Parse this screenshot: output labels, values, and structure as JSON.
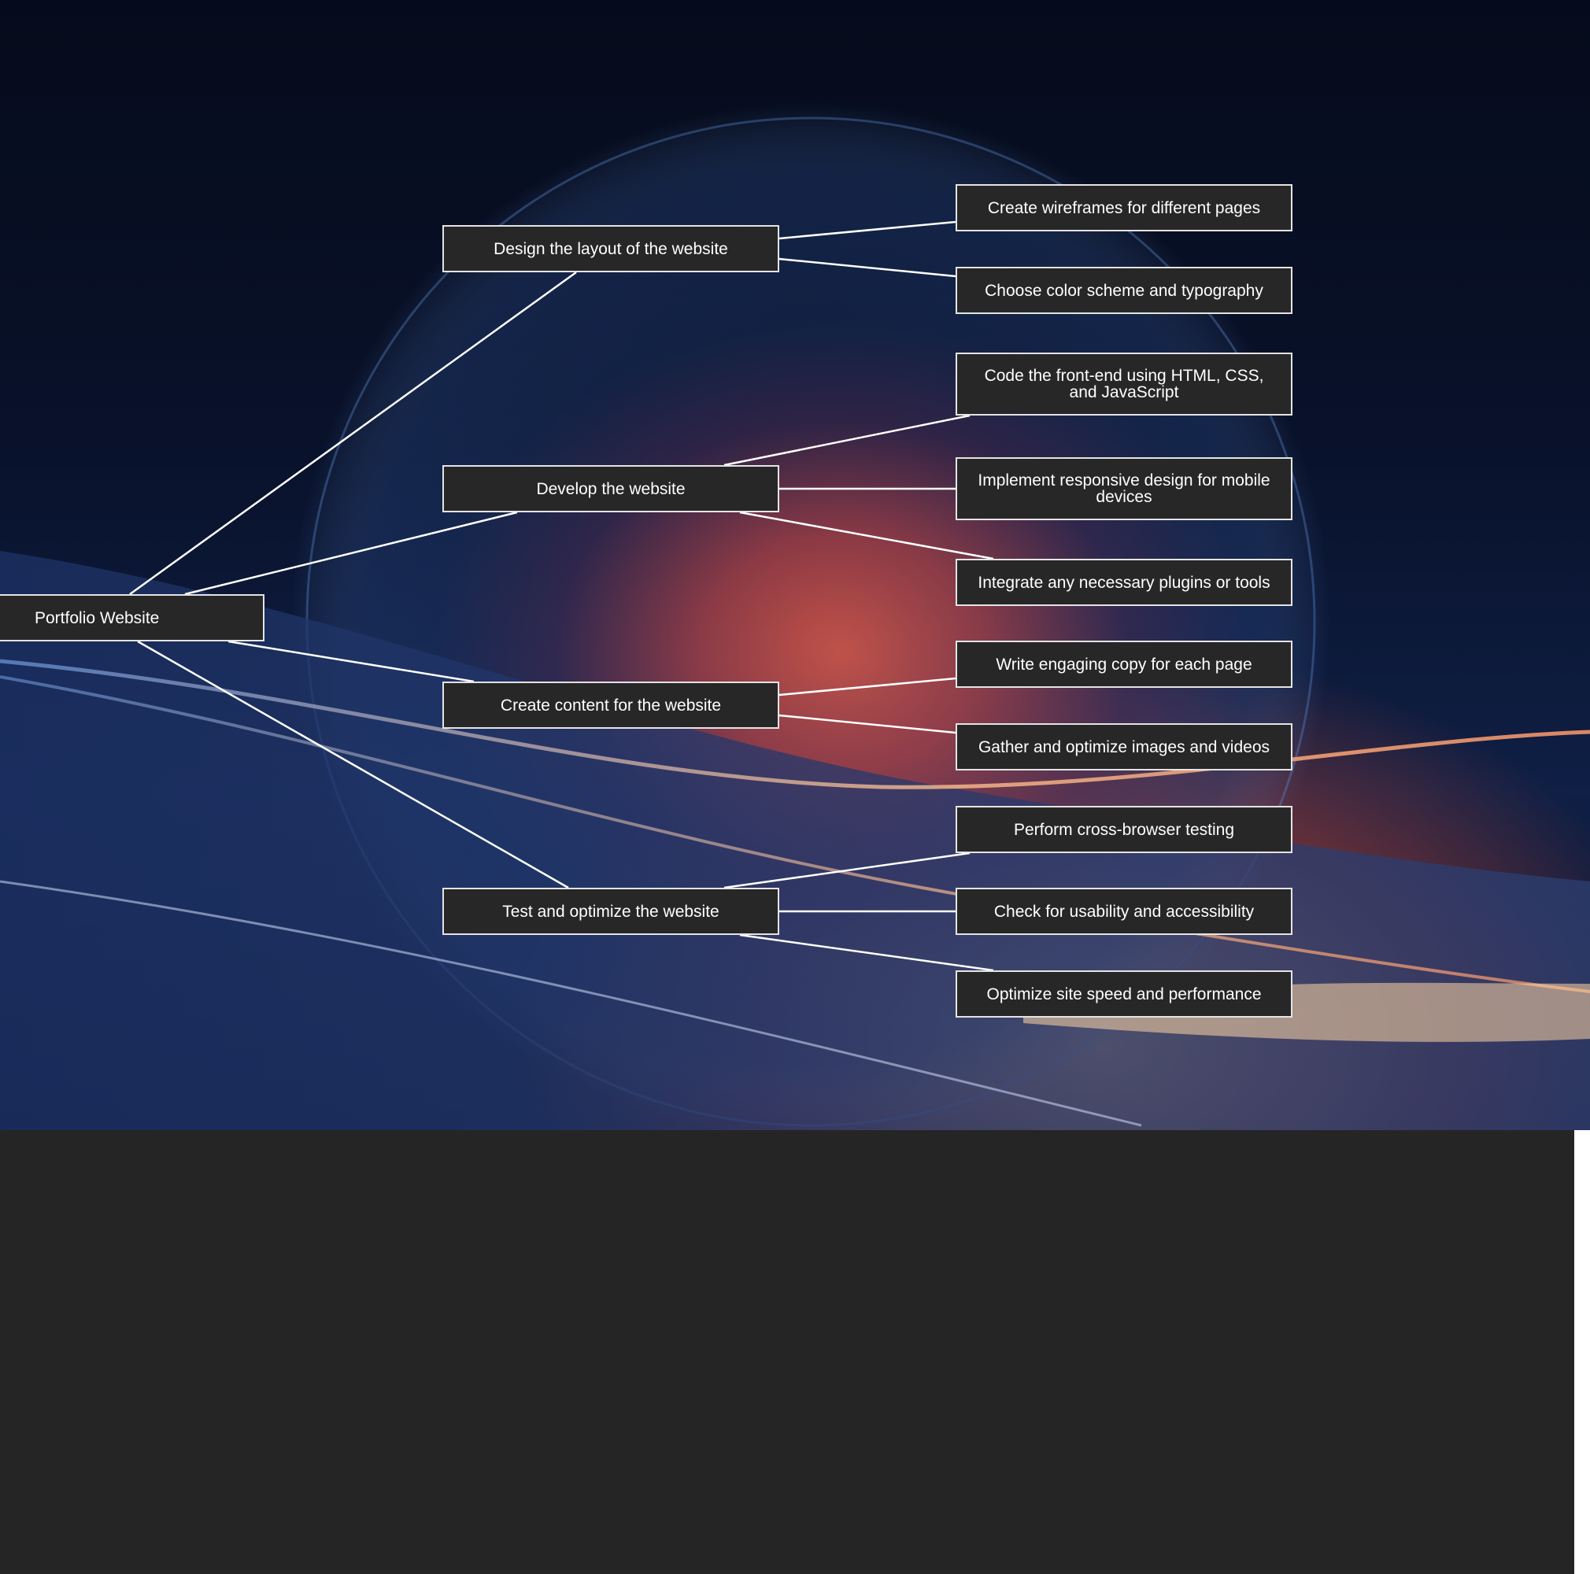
{
  "root": {
    "label": "Portfolio Website"
  },
  "branches": [
    {
      "label": "Design the layout of the website",
      "children": [
        "Create wireframes for different pages",
        "Choose color scheme and typography"
      ]
    },
    {
      "label": "Develop the website",
      "children": [
        "Code the front-end using HTML, CSS, and JavaScript",
        "Implement responsive design for mobile devices",
        "Integrate any necessary plugins or tools"
      ]
    },
    {
      "label": "Create content for the website",
      "children": [
        "Write engaging copy for each page",
        "Gather and optimize images and videos"
      ]
    },
    {
      "label": "Test and optimize the website",
      "children": [
        "Perform cross-browser testing",
        "Check for usability and accessibility",
        "Optimize site speed and performance"
      ]
    }
  ],
  "colors": {
    "node_fill": "#272727",
    "node_border": "#e4e4e4",
    "edge": "#ffffff",
    "page_background": "#252525"
  }
}
